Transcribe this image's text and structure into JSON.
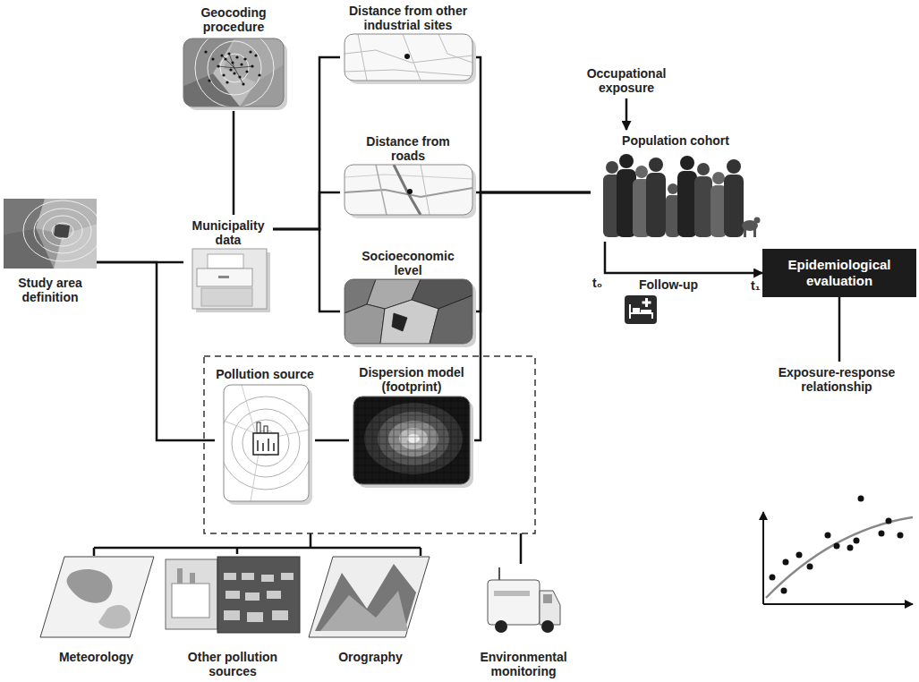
{
  "diagram": {
    "nodes": [
      {
        "text": [
          "Geocoding procedure"
        ]
      },
      {
        "text": [
          "Distance from other industrial sites"
        ]
      },
      {
        "text": [
          "Distance from roads"
        ]
      },
      {
        "text": [
          "Municipality data"
        ]
      },
      {
        "text": [
          "Socioeconomic level"
        ]
      },
      {
        "text": [
          "Occupational exposure"
        ]
      },
      {
        "text": [
          "Population cohort"
        ]
      },
      {
        "text": [
          "Study area definition"
        ]
      },
      {
        "text": [
          "Epidemiological evaluation"
        ]
      },
      {
        "text": [
          "Pollution source"
        ]
      },
      {
        "text": [
          "Dispersion model (footprint)"
        ]
      },
      {
        "text": [
          "Exposure-response relationship"
        ]
      },
      {
        "text": [
          "Meteorology"
        ]
      },
      {
        "text": [
          "Other pollution sources"
        ]
      },
      {
        "text": [
          "Orography"
        ]
      },
      {
        "text": [
          "Environmental monitoring"
        ]
      }
    ],
    "edges": [
      {
        "from": 0,
        "to": 3,
        "arrow": "none"
      },
      {
        "from": 3,
        "to": 1,
        "arrow": "none"
      },
      {
        "from": 3,
        "to": 2,
        "arrow": "none"
      },
      {
        "from": 3,
        "to": 4,
        "arrow": "none"
      },
      {
        "from": 9,
        "to": 10,
        "arrow": "none"
      },
      {
        "from": 1,
        "to": 6,
        "arrow": "none"
      },
      {
        "from": 2,
        "to": 6,
        "arrow": "none"
      },
      {
        "from": 4,
        "to": 6,
        "arrow": "none"
      },
      {
        "from": 10,
        "to": 6,
        "arrow": "none"
      },
      {
        "from": 7,
        "to": 3,
        "arrow": "none"
      },
      {
        "from": 7,
        "to": 9,
        "arrow": "none"
      },
      {
        "from": 5,
        "to": 6,
        "arrow": "to"
      },
      {
        "from": 6,
        "to": 8,
        "label": "Follow-up",
        "arrow": "to"
      },
      {
        "from": 8,
        "to": 11,
        "arrow": "none"
      }
    ],
    "labels": [
      "t₀",
      "t₁"
    ]
  }
}
